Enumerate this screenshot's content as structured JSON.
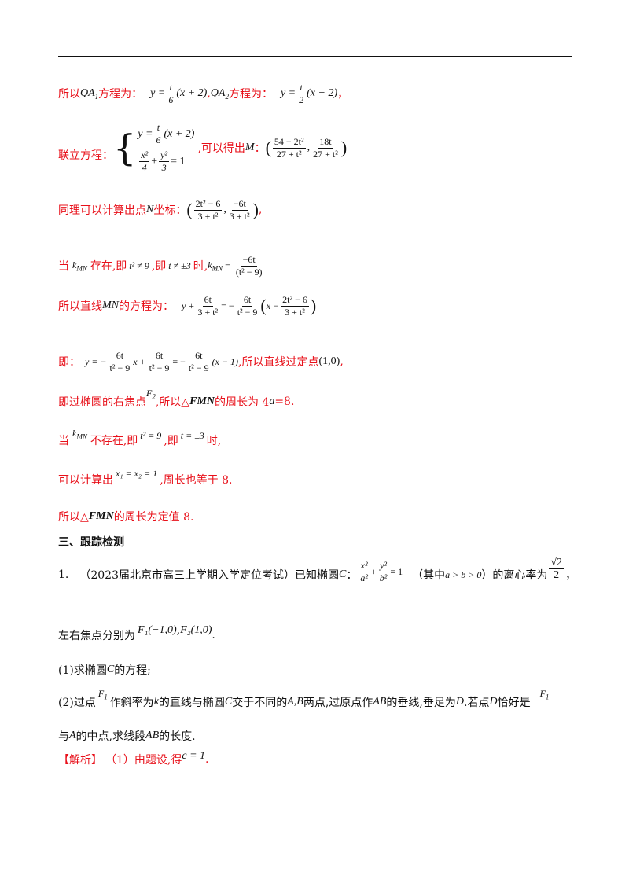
{
  "page": {
    "l1_a": "所以",
    "l1_qa1": "QA",
    "l1_qa1_sub": "1",
    "l1_b": "方程为：",
    "l1_eq1_left": "y =",
    "l1_eq1_frac_n": "t",
    "l1_eq1_frac_d": "6",
    "l1_eq1_right": "(x + 2)",
    "l1_c": ",",
    "l1_qa2": "QA",
    "l1_qa2_sub": "2",
    "l1_d": "方程为：",
    "l1_eq2_left": "y =",
    "l1_eq2_frac_n": "t",
    "l1_eq2_frac_d": "2",
    "l1_eq2_right": "(x − 2)",
    "l1_e": "，",
    "l2_label": "联立方程：",
    "l2_sys1_left": "y =",
    "l2_sys1_frac_n": "t",
    "l2_sys1_frac_d": "6",
    "l2_sys1_right": "(x + 2)",
    "l2_sys2_f1_n": "x²",
    "l2_sys2_f1_d": "4",
    "l2_sys2_plus": "+",
    "l2_sys2_f2_n": "y²",
    "l2_sys2_f2_d": "3",
    "l2_sys2_right": "= 1",
    "l2_mid": ",可以得出",
    "l2_M": "M",
    "l2_colon": "：",
    "l2_m1_n": "54 − 2t²",
    "l2_m1_d": "27 + t²",
    "l2_m2_n": "18t",
    "l2_m2_d": "27 + t²",
    "l3_text": "同理可以计算出点",
    "l3_N": "N",
    "l3_text2": "坐标：",
    "l3_n1_n": "2t² − 6",
    "l3_n1_d": "3 + t²",
    "l3_n2_n": "−6t",
    "l3_n2_d": "3 + t²",
    "l3_end": ",",
    "l4_a": "当",
    "l4_k": "k",
    "l4_ksub": "MN",
    "l4_b": "存在,即",
    "l4_c1": "t² ≠ 9",
    "l4_c": ",即",
    "l4_c2": "t ≠ ±3",
    "l4_d": "时,",
    "l4_k2": "k",
    "l4_k2sub": "MN",
    "l4_eq": "=",
    "l4_f_n": "−6t",
    "l4_f_d": "(t² − 9)",
    "l5_a": "所以直线",
    "l5_MN": "MN",
    "l5_b": "的方程为：",
    "l5_eq_left": "y +",
    "l5_f1_n": "6t",
    "l5_f1_d": "3 + t²",
    "l5_eq_mid": "= −",
    "l5_f2_n": "6t",
    "l5_f2_d": "t² − 9",
    "l5_paren_l": "x −",
    "l5_f3_n": "2t² − 6",
    "l5_f3_d": "3 + t²",
    "l6_a": "即：",
    "l6_e1": "y = −",
    "l6_f1_n": "6t",
    "l6_f1_d": "t² − 9",
    "l6_e2": "x +",
    "l6_f2_n": "6t",
    "l6_f2_d": "t² − 9",
    "l6_e3": "= −",
    "l6_f3_n": "6t",
    "l6_f3_d": "t² − 9",
    "l6_e4": "(x − 1)",
    "l6_b": ",所以直线过定点",
    "l6_pt": "(1,0)",
    "l6_c": ",",
    "l7_a": "即过椭圆的右焦点",
    "l7_F": "F",
    "l7_Fsub": "2",
    "l7_b": ",所以△",
    "l7_FMN": "FMN",
    "l7_c": "的周长为 4",
    "l7_a_var": "a",
    "l7_d": "=8.",
    "l8_a": "当",
    "l8_k": "k",
    "l8_ksub": "MN",
    "l8_b": "不存在,即",
    "l8_c1": "t² = 9",
    "l8_c": ",即",
    "l8_c2": "t = ±3",
    "l8_d": "时,",
    "l9_a": "可以计算出",
    "l9_eq": "x₁ = x₂ = 1",
    "l9_b": ",周长也等于 8.",
    "l10_a": "所以△",
    "l10_FMN": "FMN",
    "l10_b": "的周长为定值 8.",
    "section_heading": "三、跟踪检测",
    "q1_num": "1.",
    "q1_src": "（2023届北京市高三上学期入学定位考试）已知椭圆",
    "q1_C": "C",
    "q1_colon": "：",
    "q1_f1_n": "x²",
    "q1_f1_d": "a²",
    "q1_plus": "+",
    "q1_f2_n": "y²",
    "q1_f2_d": "b²",
    "q1_eq1": "= 1",
    "q1_cond_a": "（其中",
    "q1_cond": "a > b > 0",
    "q1_cond_b": "）的离心率为",
    "q1_e_n": "√2",
    "q1_e_d": "2",
    "q1_end": "，",
    "q1_l2_a": "左右焦点分别为",
    "q1_l2_F1": "F₁(−1,0)",
    "q1_l2_comma": ",",
    "q1_l2_F2": "F₂(1,0)",
    "q1_l2_end": ".",
    "q1_p1_a": "(1)求椭圆",
    "q1_p1_C": "C",
    "q1_p1_b": "的方程;",
    "q1_p2_a": "(2)过点",
    "q1_p2_F": "F",
    "q1_p2_Fsub": "1",
    "q1_p2_b": "作斜率为",
    "q1_p2_k": "k",
    "q1_p2_c": "的直线与椭圆",
    "q1_p2_C": "C",
    "q1_p2_d": "交于不同的",
    "q1_p2_AB": "A,B",
    "q1_p2_e": "两点,过原点作",
    "q1_p2_AB2": "AB",
    "q1_p2_f": "的垂线,垂足为",
    "q1_p2_D": "D",
    "q1_p2_g": ".若点",
    "q1_p2_D2": "D",
    "q1_p2_h": "恰好是",
    "q1_p2_F2": "F",
    "q1_p2_F2sub": "1",
    "q1_p3_a": "与",
    "q1_p3_A": "A",
    "q1_p3_b": "的中点,求线段",
    "q1_p3_AB": "AB",
    "q1_p3_c": "的长度.",
    "sol_tag": "【解析】",
    "sol_text": "（1）由题设,得",
    "sol_eq": "c = 1",
    "sol_end": "."
  }
}
